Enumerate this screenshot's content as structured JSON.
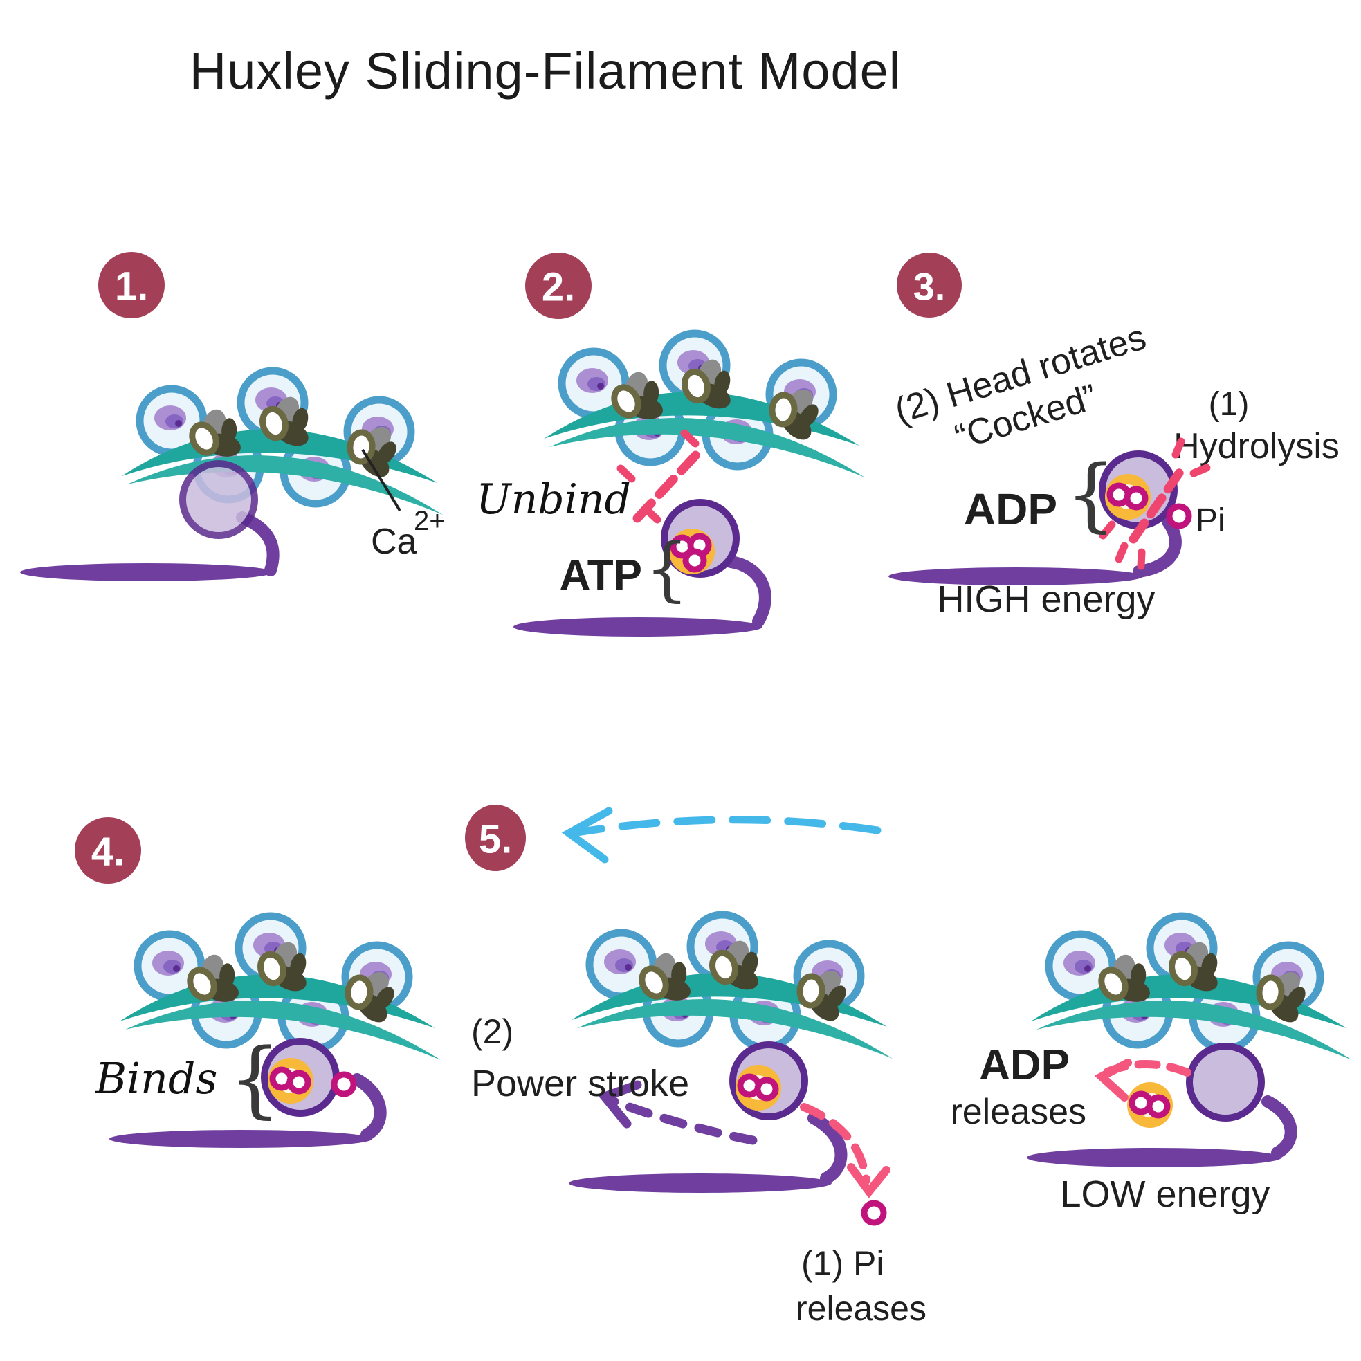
{
  "title": "Huxley Sliding-Filament Model",
  "badges": {
    "s1": "1.",
    "s2": "2.",
    "s3": "3.",
    "s4": "4.",
    "s5": "5."
  },
  "step1": {
    "ca": "Ca",
    "ca_sup": "2+"
  },
  "step2": {
    "unbind": "Unbind",
    "atp": "ATP",
    "brace": "{"
  },
  "step3": {
    "rotated_line1": "(2) Head rotates",
    "rotated_line2": "“Cocked”",
    "hydrolysis_num": "(1)",
    "hydrolysis": "Hydrolysis",
    "adp": "ADP",
    "brace": "{",
    "pi": "Pi",
    "energy": "HIGH energy"
  },
  "step4": {
    "binds": "Binds",
    "brace": "{"
  },
  "step5": {
    "num": "(2)",
    "power": "Power stroke",
    "pi_line1": "(1) Pi",
    "pi_line2": "releases"
  },
  "step6": {
    "adp": "ADP",
    "releases": "releases",
    "energy": "LOW energy"
  },
  "colors": {
    "badge_maroon": "#a43f58",
    "actin_ring_blue": "#4a9ec9",
    "actin_fill": "#e9f4fb",
    "nucleus_purple": "#ab8fd2",
    "tropomyosin_teal": "#1fa79e",
    "troponin_olive": "#45442e",
    "myosin_outline_purple": "#5b2a8e",
    "myosin_fill_lavender": "#c9bcdd",
    "thick_filament_purple": "#6f3e9e",
    "atp_yellow": "#f8b83a",
    "phosphate_magenta": "#c0147c",
    "break_pink": "#ef4670",
    "slide_arrow_blue": "#45b8ea",
    "text_dark": "#1f1f1f"
  }
}
